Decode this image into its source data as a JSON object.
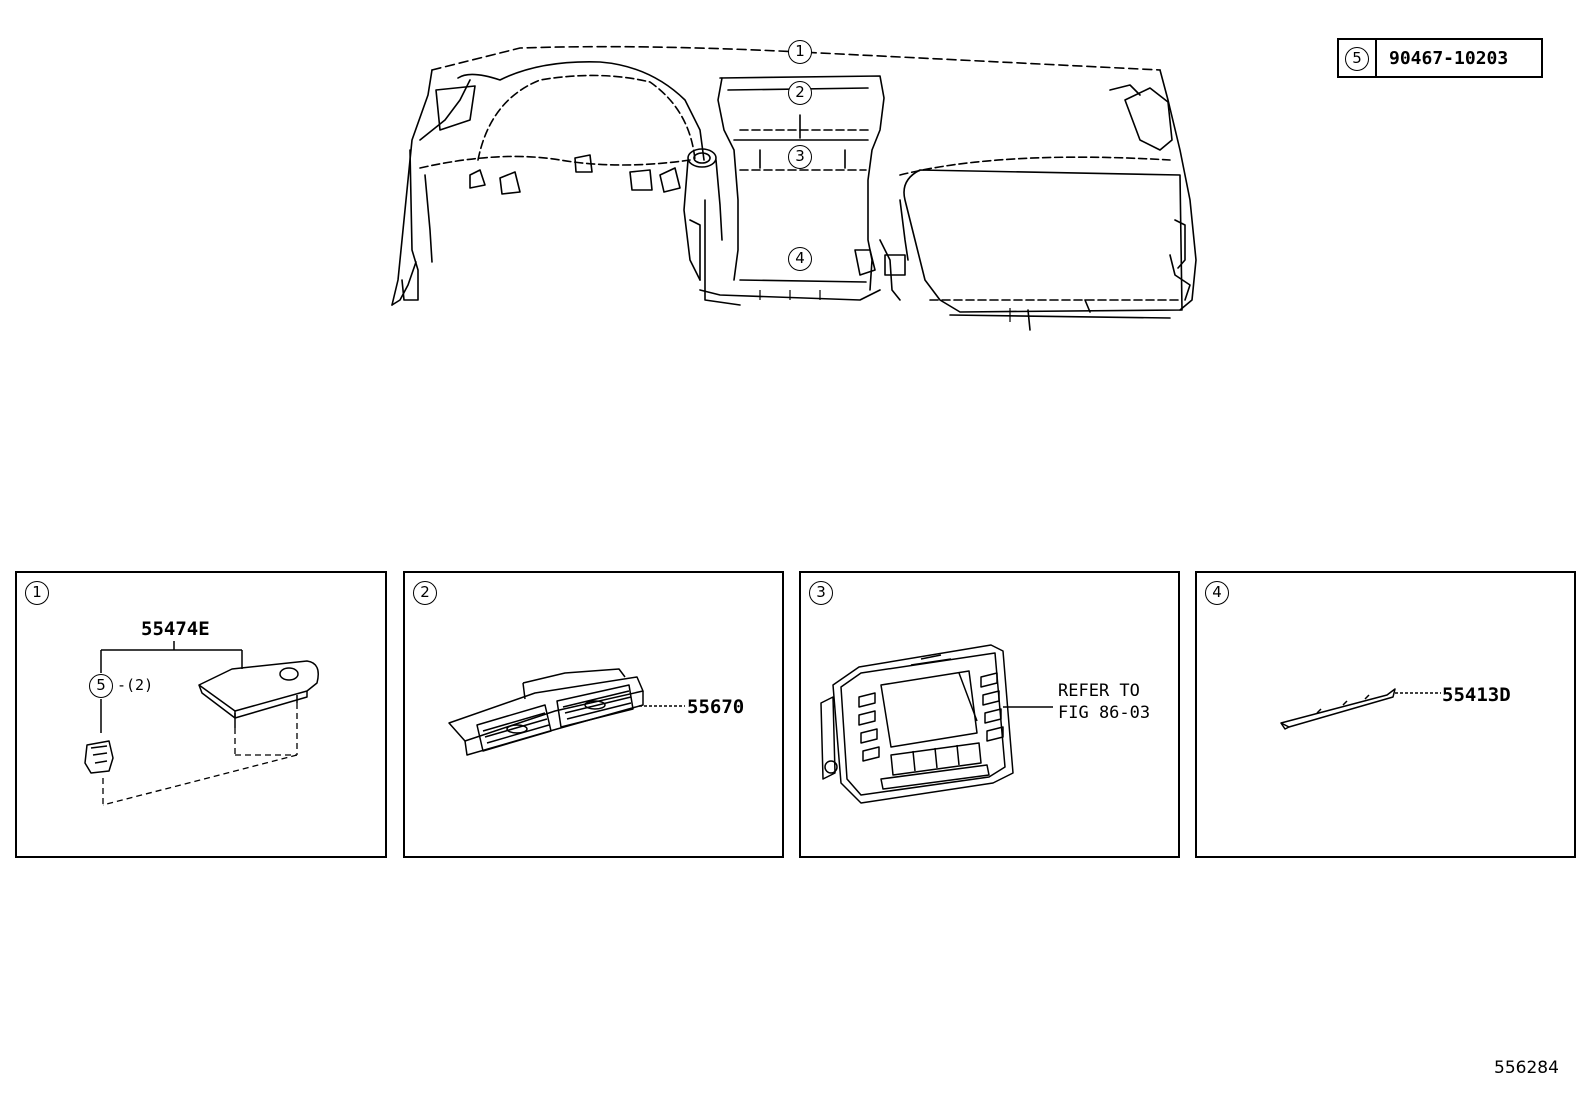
{
  "legend": {
    "callout": "5",
    "part_number": "90467-10203"
  },
  "overview": {
    "callouts": [
      "1",
      "2",
      "3",
      "4"
    ]
  },
  "panels": [
    {
      "callout": "1",
      "part": "55474E",
      "sub_callout": "5",
      "sub_qty": "-(2)"
    },
    {
      "callout": "2",
      "part": "55670"
    },
    {
      "callout": "3",
      "ref_line1": "REFER TO",
      "ref_line2": "FIG 86-03"
    },
    {
      "callout": "4",
      "part": "55413D"
    }
  ],
  "figure_id": "556284"
}
